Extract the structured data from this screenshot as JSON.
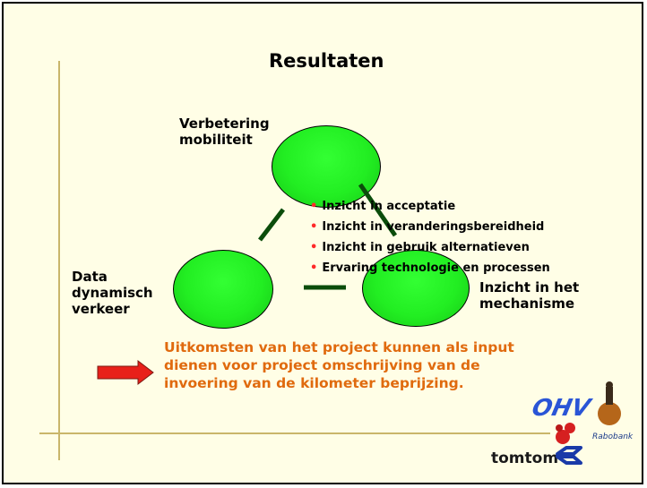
{
  "title": "Resultaten",
  "nodes": {
    "top": [
      "Verbetering",
      "mobiliteit"
    ],
    "left": [
      "Data",
      "dynamisch",
      "verkeer"
    ],
    "right": [
      "Inzicht in het",
      "mechanisme"
    ]
  },
  "bullets": [
    "Inzicht in acceptatie",
    "Inzicht in veranderingsbereidheid",
    "Inzicht in gebruik alternatieven",
    "Ervaring technologie en processen"
  ],
  "conclusion": [
    "Uitkomsten van het project kunnen als input",
    "dienen voor project omschrijving van de",
    "invoering van de kilometer beprijzing."
  ],
  "logos": {
    "left_logo": "OHV",
    "right_logo": "Rabobank",
    "bottom_logo": "tomtom"
  },
  "colors": {
    "ellipse": "#22ee22",
    "connector": "#0b4d0b",
    "conclusion_text": "#e06a0e",
    "bullet": "#ff2a2a",
    "arrow": "#e8201a",
    "frame_line": "#c9b66a"
  }
}
